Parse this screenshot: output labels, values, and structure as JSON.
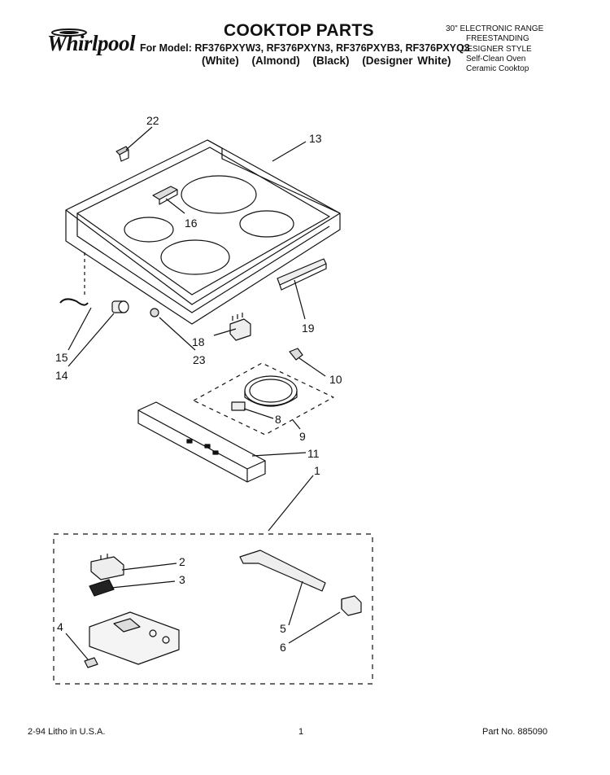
{
  "header": {
    "brand": "Whirlpool",
    "title": "COOKTOP PARTS",
    "models_line": "For Model: RF376PXYW3, RF376PXYN3, RF376PXYB3, RF376PXYQ3",
    "colors": [
      "(White)",
      "(Almond)",
      "(Black)",
      "(Designer White)"
    ],
    "spec_lines": [
      "30\" ELECTRONIC RANGE",
      "FREESTANDING",
      "DESIGNER STYLE",
      "Self-Clean Oven",
      "Ceramic Cooktop"
    ]
  },
  "callouts": [
    "22",
    "13",
    "16",
    "19",
    "15",
    "14",
    "18",
    "23",
    "10",
    "8",
    "9",
    "11",
    "1",
    "2",
    "3",
    "4",
    "5",
    "6"
  ],
  "footer": {
    "left": "2-94 Litho in U.S.A.",
    "page": "1",
    "part_no": "Part No. 885090"
  }
}
